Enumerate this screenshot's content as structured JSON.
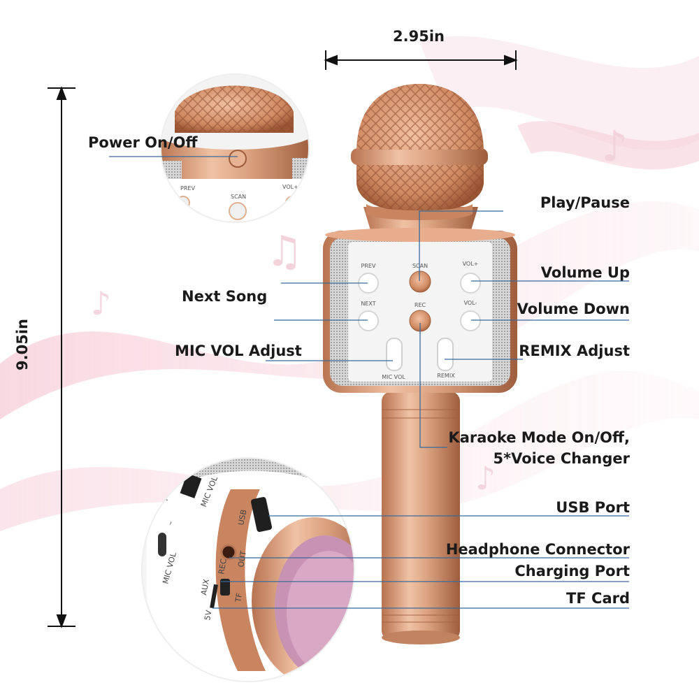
{
  "dimensions": {
    "width": "2.95in",
    "height": "9.05in"
  },
  "labels": {
    "power": "Power On/Off",
    "play_pause": "Play/Pause",
    "volume_up": "Volume Up",
    "next_song": "Next Song",
    "volume_down": "Volume Down",
    "mic_vol_adjust": "MIC VOL Adjust",
    "remix_adjust": "REMIX Adjust",
    "karaoke_line1": "Karaoke Mode On/Off,",
    "karaoke_line2": "5*Voice Changer",
    "usb_port": "USB Port",
    "headphone": "Headphone Connector",
    "charging": "Charging Port",
    "tf_card": "TF Card"
  },
  "device_markings": {
    "prev": "PREV",
    "scan": "SCAN",
    "vol_plus": "VOL+",
    "next": "NEXT",
    "rec": "REC",
    "vol_minus": "VOL-",
    "mic_vol": "MIC VOL",
    "remix": "REMIX",
    "plus": "+",
    "minus": "–",
    "usb": "USB",
    "out": "OUT",
    "aux": "AUX",
    "rec_small": "REC",
    "tf": "TF",
    "five_v": "5V"
  },
  "colors": {
    "rose_gold": "#d9a07e",
    "rose_gold_dark": "#b8734f",
    "silver_mesh": "#c9c9c9",
    "leader_line": "#3a6a9a",
    "pink_wave": "#f3c7d3"
  }
}
